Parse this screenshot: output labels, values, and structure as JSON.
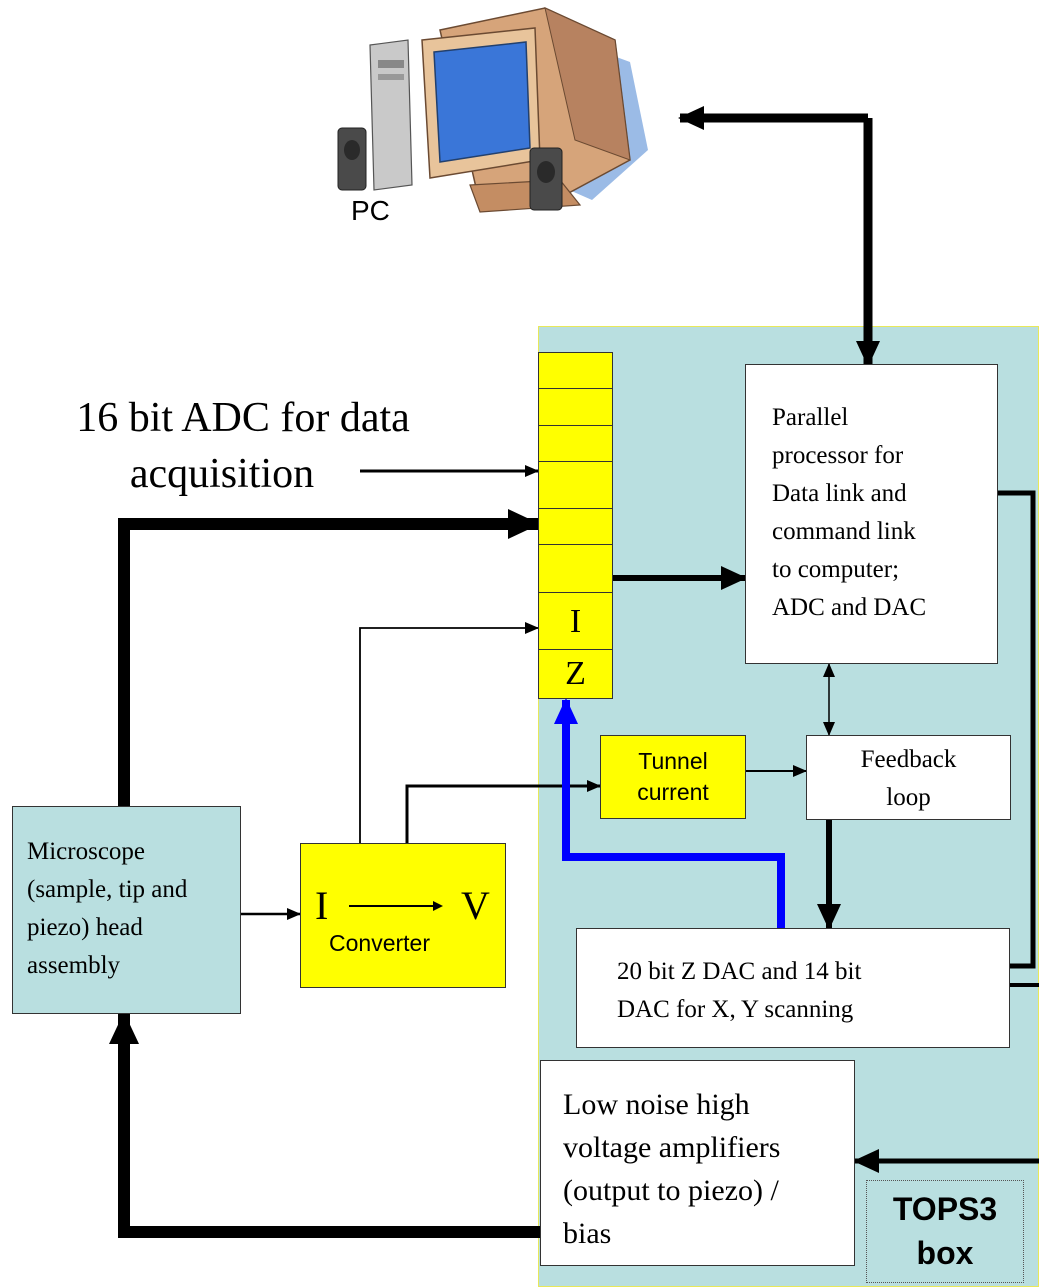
{
  "pc": {
    "label": "PC"
  },
  "adc_caption": {
    "line1": "16 bit ADC for data",
    "line2": "acquisition"
  },
  "register": {
    "i_label": "I",
    "z_label": "Z"
  },
  "parallel_processor": {
    "lines": [
      "Parallel",
      "processor for",
      "Data link and",
      "command link",
      "to computer;",
      "ADC and DAC"
    ]
  },
  "tunnel_current": {
    "line1": "Tunnel",
    "line2": "current"
  },
  "feedback_loop": {
    "line1": "Feedback",
    "line2": "loop"
  },
  "microscope": {
    "lines": [
      "Microscope",
      "(sample, tip and",
      "piezo) head",
      "assembly"
    ]
  },
  "converter": {
    "left": "I",
    "right": "V",
    "label": "Converter"
  },
  "dac": {
    "line1": "20 bit Z DAC and 14 bit",
    "line2": "DAC for X, Y scanning"
  },
  "amplifiers": {
    "lines": [
      "Low noise high",
      "voltage amplifiers",
      "(output to piezo) /",
      "bias"
    ]
  },
  "tops3": {
    "line1": "TOPS3",
    "line2": "box"
  },
  "colors": {
    "panel": "#b9dfe0",
    "yellow": "#ffff00",
    "blue_wire": "#0000ff",
    "wire": "#000000"
  }
}
